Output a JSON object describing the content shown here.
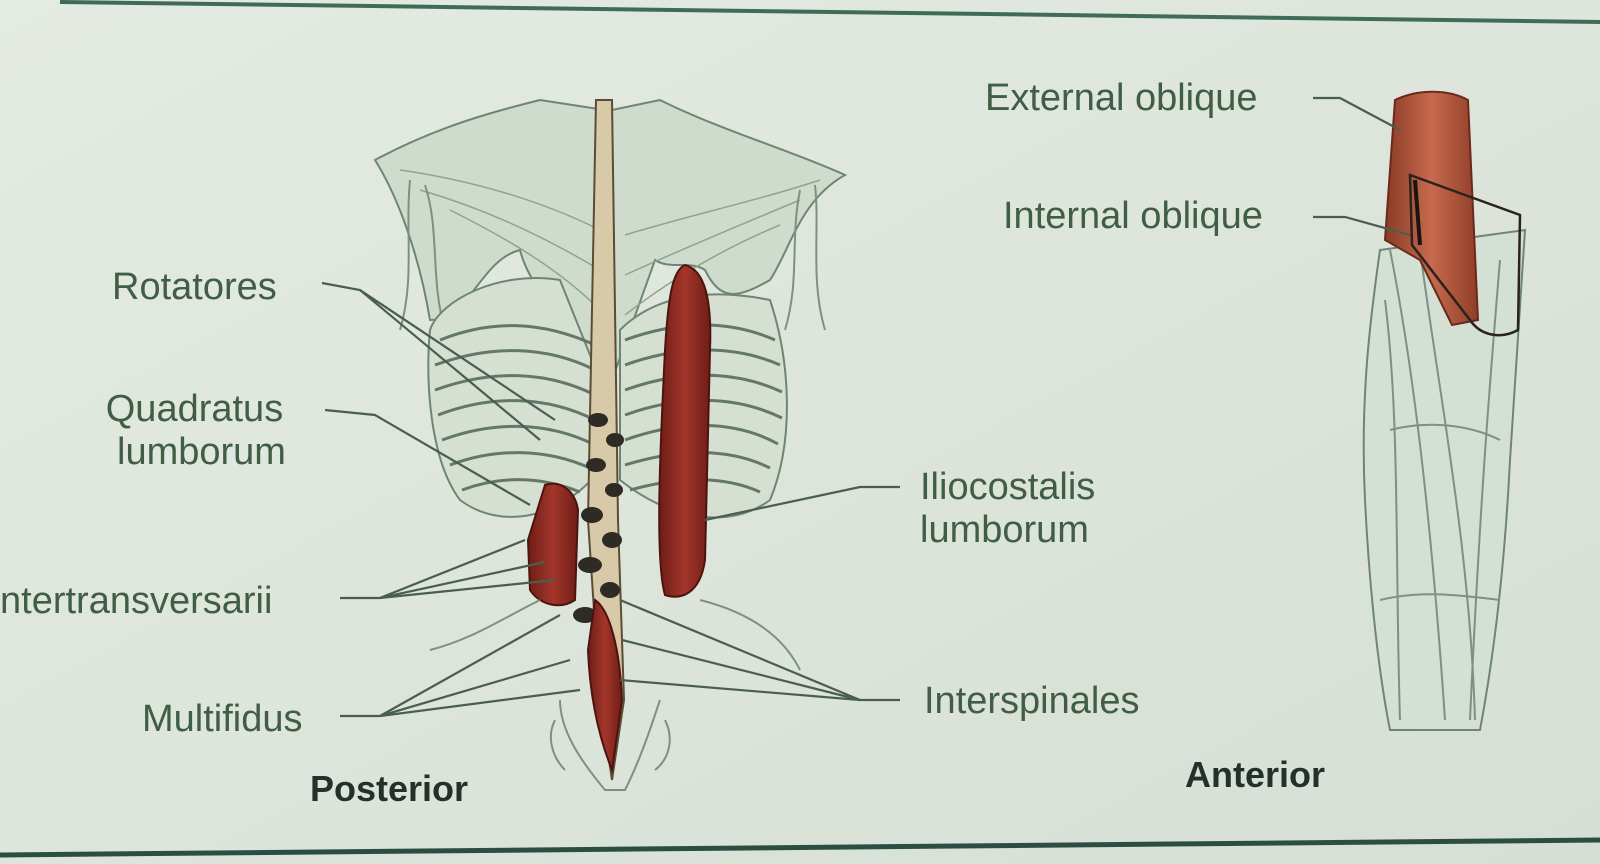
{
  "views": {
    "posterior": "Posterior",
    "anterior": "Anterior"
  },
  "labels": {
    "rotatores": "Rotatores",
    "quadratus_line1": "Quadratus",
    "quadratus_line2": "lumborum",
    "intertransversarii": "ntertransversarii",
    "multifidus": "Multifidus",
    "iliocostalis_line1": "Iliocostalis",
    "iliocostalis_line2": "lumborum",
    "interspinales": "Interspinales",
    "external_oblique": "External oblique",
    "internal_oblique": "Internal oblique"
  },
  "colors": {
    "background": "#dfe6dd",
    "label_text": "#3f5e45",
    "muscle_highlight": "#8e2c22",
    "oblique_highlight": "#b5553d",
    "bone": "#c9d7c8"
  }
}
